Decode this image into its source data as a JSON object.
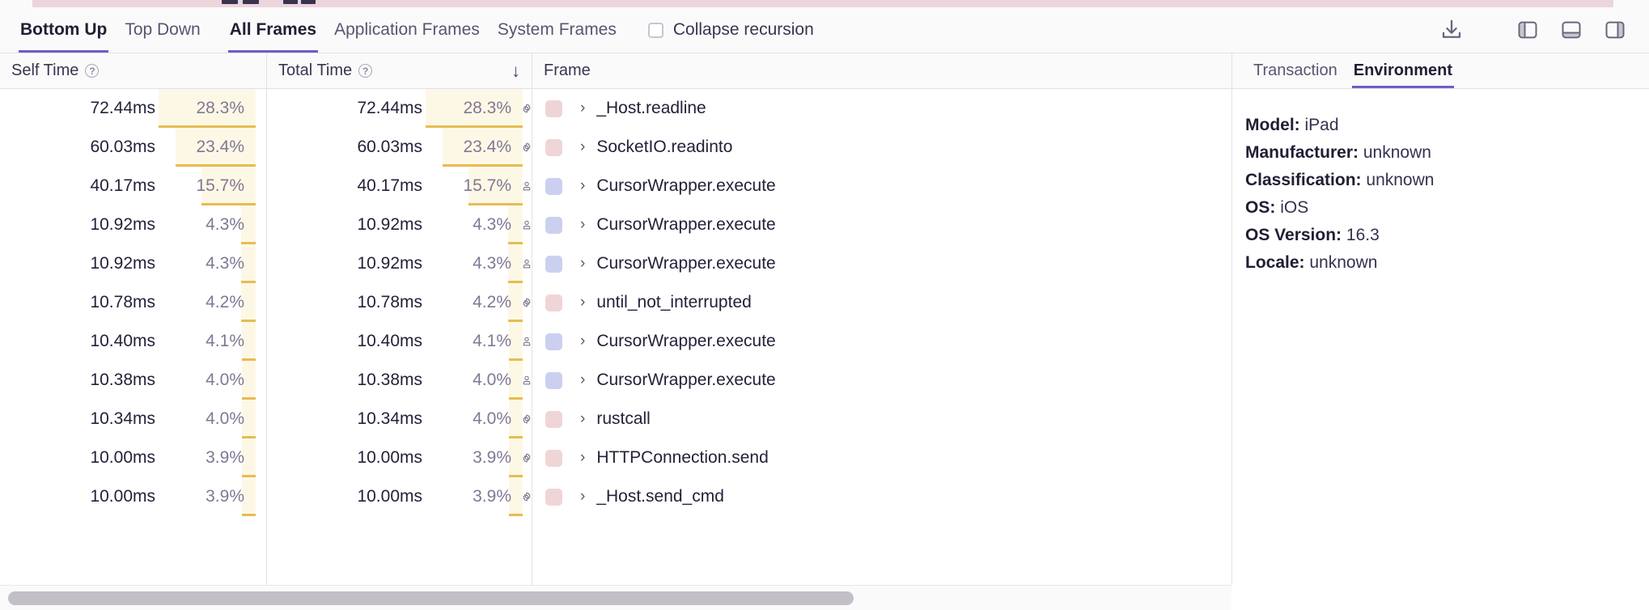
{
  "toolbar": {
    "tabs": [
      {
        "label": "Bottom Up",
        "active": true
      },
      {
        "label": "Top Down",
        "active": false
      }
    ],
    "frame_tabs": [
      {
        "label": "All Frames",
        "active": true
      },
      {
        "label": "Application Frames",
        "active": false
      },
      {
        "label": "System Frames",
        "active": false
      }
    ],
    "collapse_recursion_label": "Collapse recursion",
    "collapse_recursion_checked": false,
    "icons": [
      {
        "name": "download-icon"
      },
      {
        "name": "left-panel-icon"
      },
      {
        "name": "bottom-panel-icon"
      },
      {
        "name": "right-panel-icon"
      }
    ]
  },
  "table": {
    "columns": [
      {
        "key": "self_time",
        "label": "Self Time",
        "help": "?",
        "sorted": false
      },
      {
        "key": "total_time",
        "label": "Total Time",
        "help": "?",
        "sorted": true,
        "sort_dir": "desc",
        "sort_glyph": "↓"
      },
      {
        "key": "frame",
        "label": "Frame"
      }
    ],
    "rows": [
      {
        "self_time": "72.44ms",
        "self_pct": "28.3%",
        "self_pct_value": 28.3,
        "total_time": "72.44ms",
        "total_pct": "28.3%",
        "total_pct_value": 28.3,
        "frame_type": "system",
        "type_icon": "gear-icon",
        "swatch_color": "#eed4d6",
        "frame": "_Host.readline"
      },
      {
        "self_time": "60.03ms",
        "self_pct": "23.4%",
        "self_pct_value": 23.4,
        "total_time": "60.03ms",
        "total_pct": "23.4%",
        "total_pct_value": 23.4,
        "frame_type": "system",
        "type_icon": "gear-icon",
        "swatch_color": "#f0d5d6",
        "frame": "SocketIO.readinto"
      },
      {
        "self_time": "40.17ms",
        "self_pct": "15.7%",
        "self_pct_value": 15.7,
        "total_time": "40.17ms",
        "total_pct": "15.7%",
        "total_pct_value": 15.7,
        "frame_type": "application",
        "type_icon": "person-icon",
        "swatch_color": "#ccd0f0",
        "frame": "CursorWrapper.execute"
      },
      {
        "self_time": "10.92ms",
        "self_pct": "4.3%",
        "self_pct_value": 4.3,
        "total_time": "10.92ms",
        "total_pct": "4.3%",
        "total_pct_value": 4.3,
        "frame_type": "application",
        "type_icon": "person-icon",
        "swatch_color": "#ccd0f0",
        "frame": "CursorWrapper.execute"
      },
      {
        "self_time": "10.92ms",
        "self_pct": "4.3%",
        "self_pct_value": 4.3,
        "total_time": "10.92ms",
        "total_pct": "4.3%",
        "total_pct_value": 4.3,
        "frame_type": "application",
        "type_icon": "person-icon",
        "swatch_color": "#ccd0f0",
        "frame": "CursorWrapper.execute"
      },
      {
        "self_time": "10.78ms",
        "self_pct": "4.2%",
        "self_pct_value": 4.2,
        "total_time": "10.78ms",
        "total_pct": "4.2%",
        "total_pct_value": 4.2,
        "frame_type": "system",
        "type_icon": "gear-icon",
        "swatch_color": "#f0d5d6",
        "frame": "until_not_interrupted"
      },
      {
        "self_time": "10.40ms",
        "self_pct": "4.1%",
        "self_pct_value": 4.1,
        "total_time": "10.40ms",
        "total_pct": "4.1%",
        "total_pct_value": 4.1,
        "frame_type": "application",
        "type_icon": "person-icon",
        "swatch_color": "#ccd0f0",
        "frame": "CursorWrapper.execute"
      },
      {
        "self_time": "10.38ms",
        "self_pct": "4.0%",
        "self_pct_value": 4.0,
        "total_time": "10.38ms",
        "total_pct": "4.0%",
        "total_pct_value": 4.0,
        "frame_type": "application",
        "type_icon": "person-icon",
        "swatch_color": "#ccd0f0",
        "frame": "CursorWrapper.execute"
      },
      {
        "self_time": "10.34ms",
        "self_pct": "4.0%",
        "self_pct_value": 4.0,
        "total_time": "10.34ms",
        "total_pct": "4.0%",
        "total_pct_value": 4.0,
        "frame_type": "system",
        "type_icon": "gear-icon",
        "swatch_color": "#f0d5d6",
        "frame": "rustcall"
      },
      {
        "self_time": "10.00ms",
        "self_pct": "3.9%",
        "self_pct_value": 3.9,
        "total_time": "10.00ms",
        "total_pct": "3.9%",
        "total_pct_value": 3.9,
        "frame_type": "system",
        "type_icon": "gear-icon",
        "swatch_color": "#f0d5d6",
        "frame": "HTTPConnection.send"
      },
      {
        "self_time": "10.00ms",
        "self_pct": "3.9%",
        "self_pct_value": 3.9,
        "total_time": "10.00ms",
        "total_pct": "3.9%",
        "total_pct_value": 3.9,
        "frame_type": "system",
        "type_icon": "gear-icon",
        "swatch_color": "#f0d5d6",
        "frame": "_Host.send_cmd"
      }
    ],
    "expand_glyph": "›"
  },
  "detail_panel": {
    "tabs": [
      {
        "label": "Transaction",
        "active": false
      },
      {
        "label": "Environment",
        "active": true
      }
    ],
    "environment": [
      {
        "key": "Model:",
        "value": "iPad"
      },
      {
        "key": "Manufacturer:",
        "value": "unknown"
      },
      {
        "key": "Classification:",
        "value": "unknown"
      },
      {
        "key": "OS:",
        "value": "iOS"
      },
      {
        "key": "OS Version:",
        "value": "16.3"
      },
      {
        "key": "Locale:",
        "value": "unknown"
      }
    ]
  },
  "colors": {
    "accent": "#6c5fc7",
    "bar_fill": "#fdf8e6",
    "bar_line": "#e7bc52",
    "system_frame": "#f0d5d6",
    "application_frame": "#ccd0f0"
  }
}
